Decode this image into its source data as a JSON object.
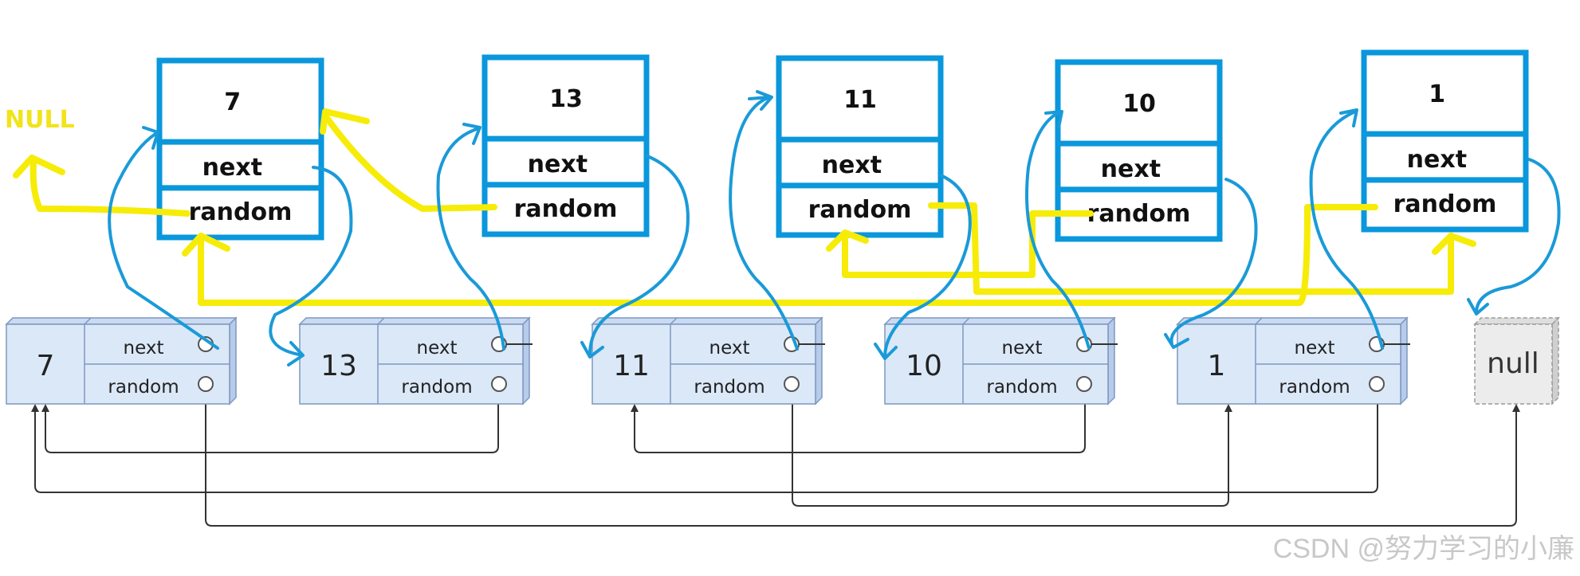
{
  "copied_nodes": [
    {
      "value": "7",
      "next_label": "next",
      "random_label": "random"
    },
    {
      "value": "13",
      "next_label": "next",
      "random_label": "random"
    },
    {
      "value": "11",
      "next_label": "next",
      "random_label": "random"
    },
    {
      "value": "10",
      "next_label": "next",
      "random_label": "random"
    },
    {
      "value": "1",
      "next_label": "next",
      "random_label": "random"
    }
  ],
  "original_nodes": [
    {
      "value": "7",
      "next_label": "next",
      "random_label": "random"
    },
    {
      "value": "13",
      "next_label": "next",
      "random_label": "random"
    },
    {
      "value": "11",
      "next_label": "next",
      "random_label": "random"
    },
    {
      "value": "10",
      "next_label": "next",
      "random_label": "random"
    },
    {
      "value": "1",
      "next_label": "next",
      "random_label": "random"
    }
  ],
  "null_node_label": "null",
  "null_annotation": "NULL",
  "watermark": "CSDN @努力学习的小廉",
  "colors": {
    "copy_box": "#0a97dc",
    "next_pointer": "#1a9ad8",
    "random_pointer": "#f6ec08",
    "original_fill": "#dbe8f8",
    "original_stroke": "#7e97c0",
    "null_fill": "#ececec",
    "line": "#333333",
    "watermark": "#c8c8c8"
  }
}
